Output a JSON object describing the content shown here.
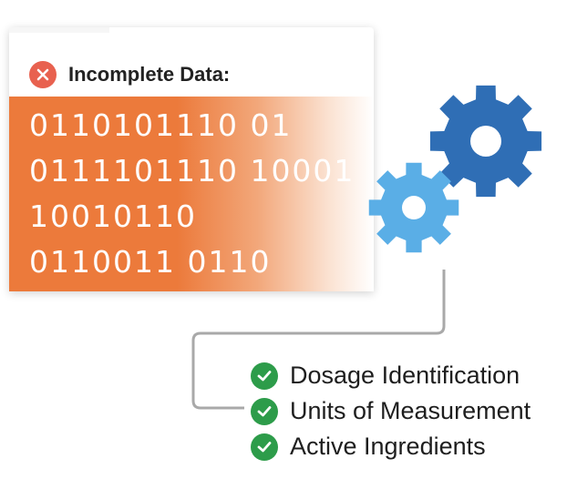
{
  "panel": {
    "title": "Incomplete Data:",
    "error_icon": "close-x-icon",
    "binary_lines": [
      "0110101110 01",
      "0111101110 10001",
      "10010110",
      "0110011 0110"
    ]
  },
  "gears": {
    "large_color": "#2f6eb5",
    "small_color": "#5aaee6"
  },
  "checklist": {
    "icon": "checkmark-icon",
    "items": [
      {
        "label": "Dosage Identification"
      },
      {
        "label": "Units of Measurement"
      },
      {
        "label": "Active Ingredients"
      }
    ]
  },
  "colors": {
    "accent_orange": "#ec7a3b",
    "error_red": "#e8614f",
    "success_green": "#2d9c4a",
    "connector_gray": "#a9a9a9"
  }
}
